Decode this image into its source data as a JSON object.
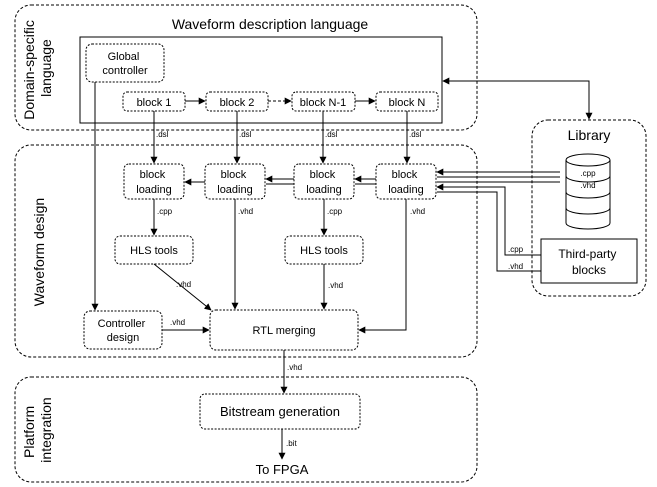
{
  "panels": {
    "domain_specific_language": "Domain-specific language",
    "domain_specific_language_lines": [
      "Domain-specific",
      "language"
    ],
    "waveform_design": "Waveform design",
    "platform_integration": "Platform integration",
    "platform_integration_lines": [
      "Platform",
      "integration"
    ]
  },
  "wdl": {
    "title": "Waveform description language",
    "global_controller_lines": [
      "Global",
      "controller"
    ],
    "blocks": [
      "block 1",
      "block 2",
      "block N-1",
      "block N"
    ]
  },
  "design": {
    "block_loading_lines": [
      "block",
      "loading"
    ],
    "hls_tools": "HLS tools",
    "controller_design_lines": [
      "Controller",
      "design"
    ],
    "rtl_merging": "RTL merging"
  },
  "library": {
    "title": "Library",
    "db_labels": [
      ".cpp",
      ".vhd"
    ],
    "third_party_lines": [
      "Third-party",
      "blocks"
    ]
  },
  "platform": {
    "bitstream_generation": "Bitstream generation",
    "to_fpga": "To FPGA"
  },
  "edge_labels": {
    "dsl": ".dsl",
    "cpp": ".cpp",
    "vhd": ".vhd",
    "bit": ".bit"
  }
}
